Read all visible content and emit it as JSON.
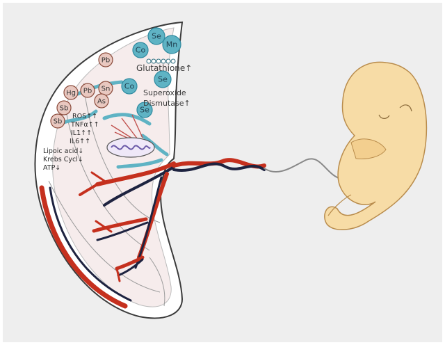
{
  "colors": {
    "background": "#eeeeee",
    "placenta_outline": "#3b3b3b",
    "artery_red": "#c5301e",
    "vein_navy": "#1e2340",
    "toxic_metal_fill": "#e9c8c0",
    "toxic_metal_stroke": "#8a4a3a",
    "protective_element_fill": "#5fb3c4",
    "protective_element_dark": "#2f8aa0",
    "fetus_skin": "#f7dca6",
    "mitochondrion": "#9b8fc4"
  },
  "toxic_metals": [
    "Pb",
    "Hg",
    "Pb",
    "Sn",
    "Sb",
    "As",
    "Sb"
  ],
  "protective_elements": [
    "Se",
    "Co",
    "Mn",
    "Co",
    "Se",
    "Se"
  ],
  "enzymes": {
    "glutathione": "Glutathione↑",
    "superoxide": "Superoxide",
    "dismutase": "Dismutase↑"
  },
  "inflammation_markers": [
    "ROS↑↑",
    "TNFα↑↑",
    "IL1↑↑",
    "IL6↑↑"
  ],
  "metabolic_markers": [
    "Lipoic acid↓",
    "Krebs Cycl↓",
    "ATP↓"
  ],
  "icons": {
    "placenta": "placenta-icon",
    "fetus": "fetus-icon",
    "umbilical_cord": "umbilical-cord-icon",
    "mitochondrion": "mitochondrion-icon"
  }
}
